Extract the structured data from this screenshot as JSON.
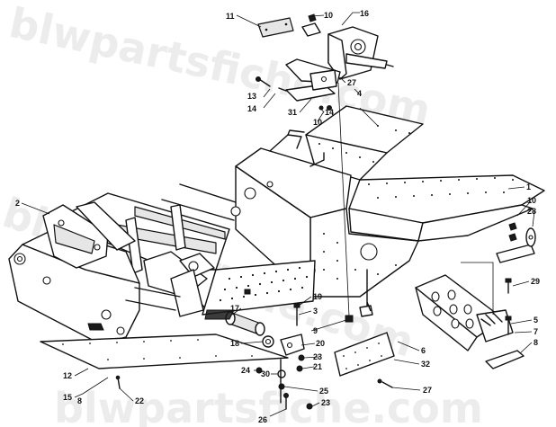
{
  "watermark": "blwpartsfiche.com",
  "callouts": [
    {
      "id": "c1",
      "text": "1"
    },
    {
      "id": "c2",
      "text": "2"
    },
    {
      "id": "c3",
      "text": "3"
    },
    {
      "id": "c4",
      "text": "4"
    },
    {
      "id": "c5",
      "text": "5"
    },
    {
      "id": "c6",
      "text": "6"
    },
    {
      "id": "c7",
      "text": "7"
    },
    {
      "id": "c8a",
      "text": "8"
    },
    {
      "id": "c8b",
      "text": "8"
    },
    {
      "id": "c9",
      "text": "9"
    },
    {
      "id": "c10a",
      "text": "10"
    },
    {
      "id": "c10b",
      "text": "10"
    },
    {
      "id": "c10c",
      "text": "10"
    },
    {
      "id": "c11",
      "text": "11"
    },
    {
      "id": "c12",
      "text": "12"
    },
    {
      "id": "c13",
      "text": "13"
    },
    {
      "id": "c14a",
      "text": "14"
    },
    {
      "id": "c14b",
      "text": "14"
    },
    {
      "id": "c15",
      "text": "15"
    },
    {
      "id": "c16",
      "text": "16"
    },
    {
      "id": "c17",
      "text": "17"
    },
    {
      "id": "c18",
      "text": "18"
    },
    {
      "id": "c19",
      "text": "19"
    },
    {
      "id": "c20",
      "text": "20"
    },
    {
      "id": "c21",
      "text": "21"
    },
    {
      "id": "c22",
      "text": "22"
    },
    {
      "id": "c23a",
      "text": "23"
    },
    {
      "id": "c23b",
      "text": "23"
    },
    {
      "id": "c24",
      "text": "24"
    },
    {
      "id": "c25",
      "text": "25"
    },
    {
      "id": "c26",
      "text": "26"
    },
    {
      "id": "c27a",
      "text": "27"
    },
    {
      "id": "c27b",
      "text": "27"
    },
    {
      "id": "c28",
      "text": "28"
    },
    {
      "id": "c29",
      "text": "29"
    },
    {
      "id": "c30",
      "text": "30"
    },
    {
      "id": "c31",
      "text": "31"
    },
    {
      "id": "c32",
      "text": "32"
    }
  ]
}
